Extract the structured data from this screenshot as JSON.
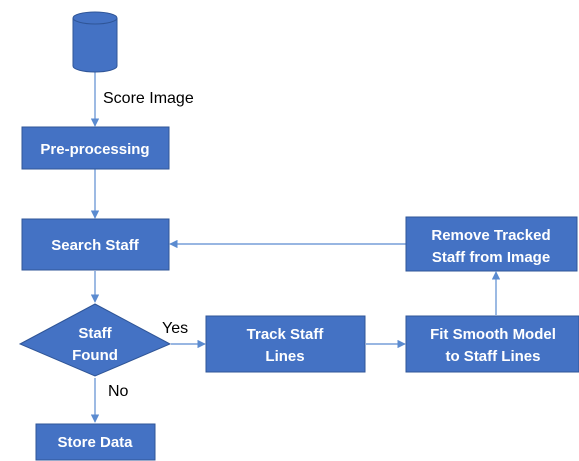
{
  "colors": {
    "node_fill": "#4472C4",
    "node_stroke": "#2F5597",
    "connector": "#5B8BD0",
    "text_on_node": "#FFFFFF",
    "label_text": "#000000"
  },
  "nodes": {
    "database": {
      "label": "Score Image",
      "icon": "cylinder-icon"
    },
    "preprocessing": {
      "label": "Pre-processing"
    },
    "search_staff": {
      "label": "Search Staff"
    },
    "decision": {
      "line1": "Staff",
      "line2": "Found"
    },
    "track_staff": {
      "line1": "Track Staff",
      "line2": "Lines"
    },
    "fit_model": {
      "line1": "Fit Smooth Model",
      "line2": "to Staff Lines"
    },
    "remove_staff": {
      "line1": "Remove Tracked",
      "line2": "Staff from Image"
    },
    "store_data": {
      "label": "Store Data"
    }
  },
  "edge_labels": {
    "yes": "Yes",
    "no": "No"
  }
}
